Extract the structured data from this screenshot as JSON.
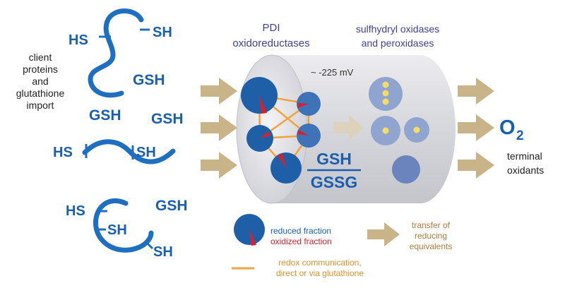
{
  "labels": {
    "client_import": [
      "client",
      "proteins",
      "and",
      "glutathione",
      "import"
    ],
    "pdi": [
      "PDI",
      "oxidoreductases"
    ],
    "sox": [
      "sulfhydryl oxidases",
      "and peroxidases"
    ],
    "potential": "~ -225 mV",
    "ratio_numerator": "GSH",
    "ratio_denominator": "GSSG",
    "oxygen": "O",
    "oxygen_subscript": "2",
    "terminal": [
      "terminal",
      "oxidants"
    ]
  },
  "chains": {
    "chain1": {
      "left": "HS",
      "right": "SH"
    },
    "chain2": {
      "left": "HS",
      "right": "SH"
    },
    "chain3": {
      "left": "HS",
      "middle": "SH",
      "right": "SH"
    }
  },
  "free_gsh": [
    "GSH",
    "GSH",
    "GSH",
    "GSH"
  ],
  "legend": {
    "reduced": "reduced fraction",
    "oxidized": "oxidized fraction",
    "transfer": [
      "transfer of",
      "reducing",
      "equivalents"
    ],
    "redox_comm": [
      "redox communication,",
      "direct or via glutathione"
    ]
  },
  "colors": {
    "chain_blue": "#1f6fc0",
    "text_blue": "#1a5fae",
    "label_purple": "#3d3f9c",
    "oxidized_red": "#d8202a",
    "connector_orange": "#f0a33a",
    "arrow_tan": "#c9b48a",
    "legend_brown": "#b07a3c",
    "inner_arrow": "#dcd2bd",
    "cylinder_gray": "#d9dadf",
    "pdi_circle": "#1e5fa8",
    "pdi_circle_small": "#3f73b8",
    "sox_circle": "#8fa4cf",
    "sox_circle_dark": "#6c84bd",
    "yellow_dot": "#f3dc6a"
  }
}
